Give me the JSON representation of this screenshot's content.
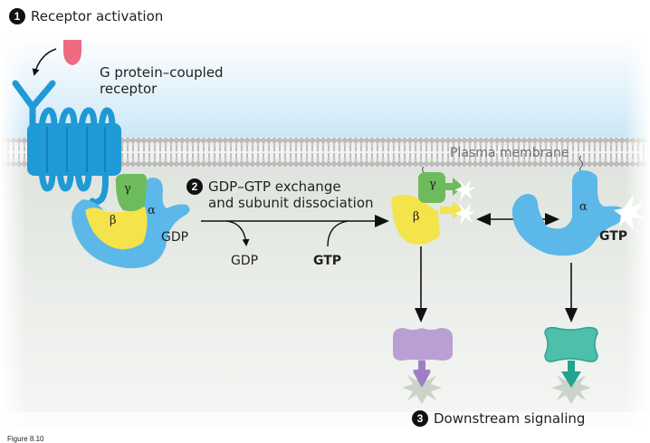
{
  "steps": [
    {
      "number": "1",
      "label": "Receptor activation"
    },
    {
      "number": "2",
      "label_line1": "GDP–GTP exchange",
      "label_line2": "and subunit dissociation"
    },
    {
      "number": "3",
      "label": "Downstream signaling"
    }
  ],
  "receptor": {
    "label_line1": "G protein–coupled",
    "label_line2": "receptor"
  },
  "membrane": {
    "label": "Plasma membrane"
  },
  "subunits": {
    "alpha": "α",
    "beta": "β",
    "gamma": "γ"
  },
  "nucleotides": {
    "gdp_bound": "GDP",
    "gdp_released": "GDP",
    "gtp_incoming": "GTP",
    "gtp_bound": "GTP"
  },
  "caption": "Figure 8.10",
  "colors": {
    "receptor": "#1f9ad6",
    "alpha": "#5bb8e8",
    "beta": "#f4e34a",
    "gamma": "#6dbb5d",
    "ligand": "#ee6b80",
    "effector1": "#b9a0d4",
    "effector2": "#4dbfaa",
    "extracellular": "#dbeff9",
    "cytosol": "#e4e8e3"
  }
}
